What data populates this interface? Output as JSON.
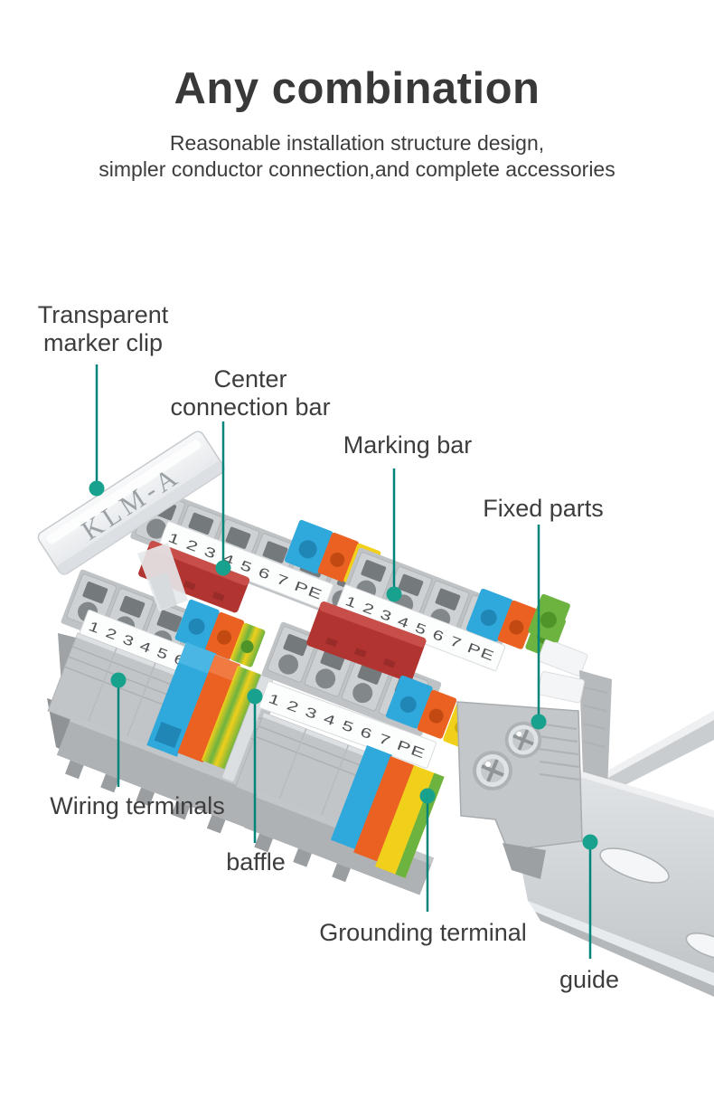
{
  "header": {
    "title": "Any combination",
    "subtitle_line1": "Reasonable installation structure design,",
    "subtitle_line2": "simpler conductor connection,and complete accessories"
  },
  "labels": {
    "marker_clip_line1": "Transparent",
    "marker_clip_line2": "marker clip",
    "center_bar_line1": "Center",
    "center_bar_line2": "connection bar",
    "marking_bar": "Marking bar",
    "fixed_parts": "Fixed parts",
    "wiring_terminals": "Wiring terminals",
    "baffle": "baffle",
    "grounding_terminal": "Grounding terminal",
    "guide": "guide"
  },
  "product": {
    "marker_clip_text": "KLM-A",
    "terminal_labels": [
      "1",
      "2",
      "3",
      "4",
      "5",
      "6",
      "7",
      "PE"
    ]
  },
  "colors": {
    "leader_line": "#00857b",
    "leader_dot": "#18a28d",
    "label_text": "#3d3d3d",
    "title_text": "#383838",
    "subtitle_text": "#3c3c3c",
    "red_bar": "#b23431",
    "blue_terminal": "#2fa8dc",
    "orange_terminal": "#eb6122",
    "yellow_terminal": "#f1d01c",
    "green_terminal": "#6cb340",
    "grey_body": "#ced1d3",
    "rail_silver": "#c9cdd0"
  }
}
